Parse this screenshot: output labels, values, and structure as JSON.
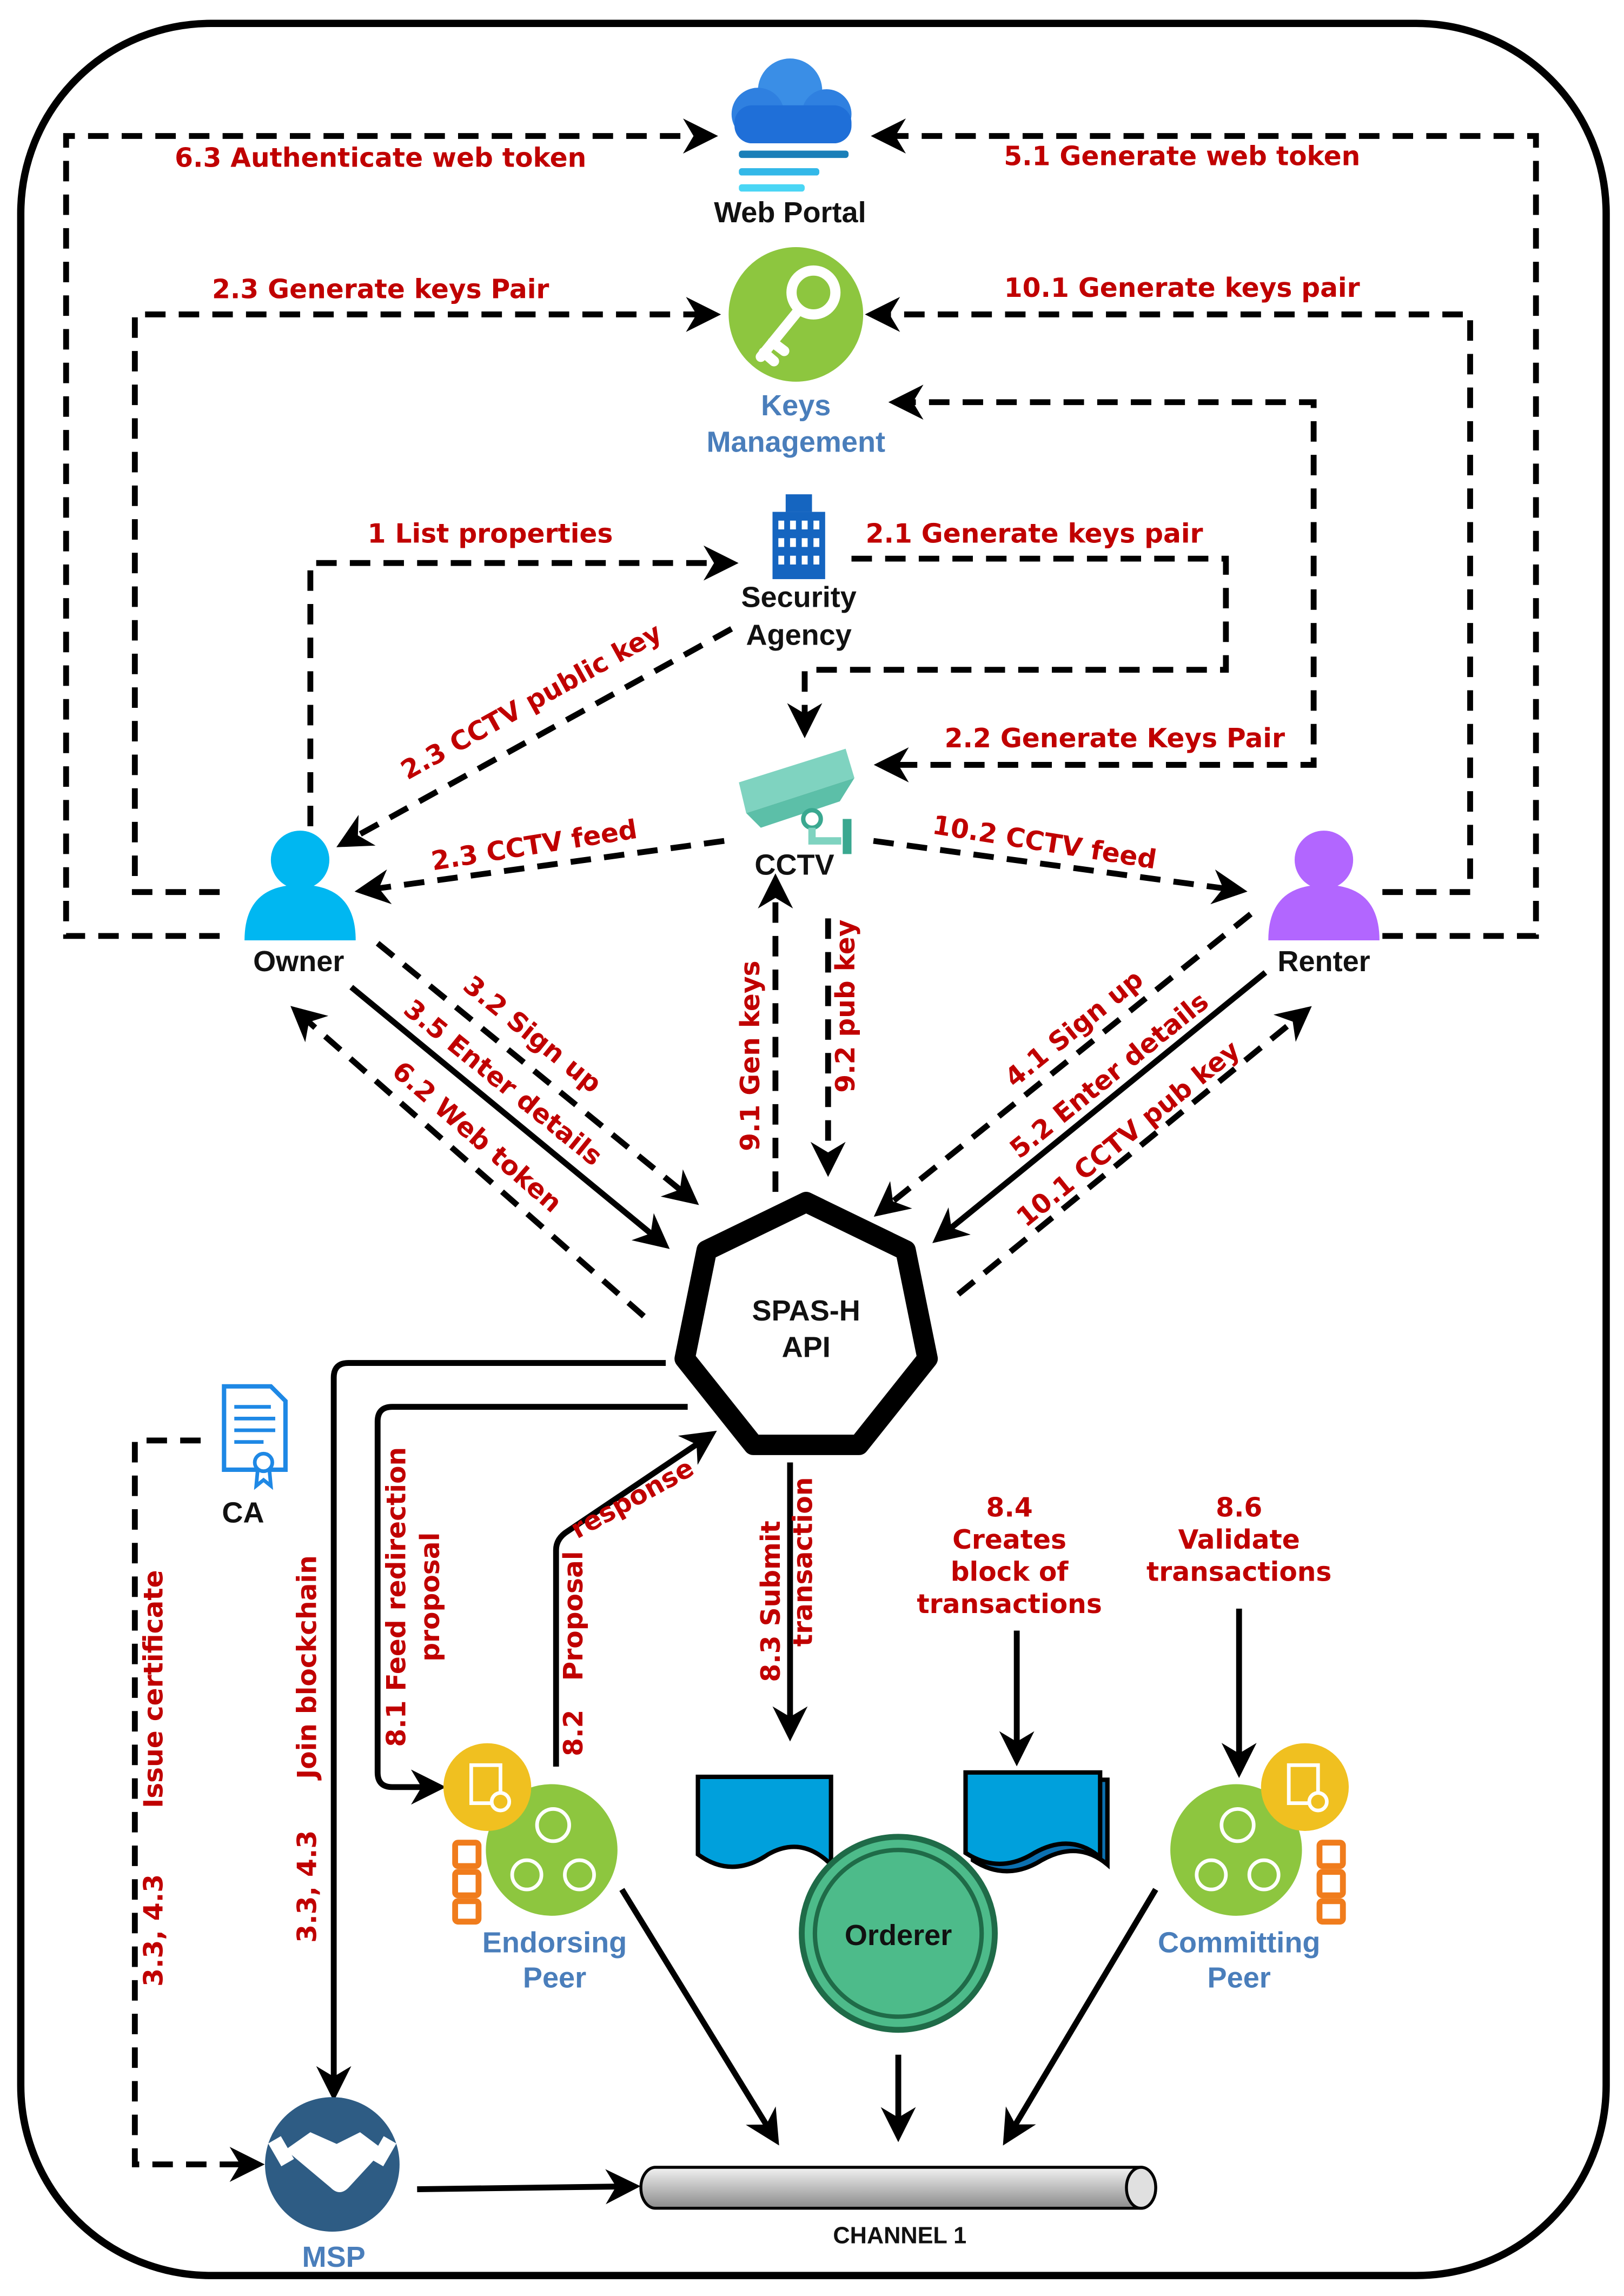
{
  "colors": {
    "label_red": "#c00000",
    "node_blue": "#4a7ebb",
    "keys_green": "#8dc63f",
    "orderer_green": "#4dbb8a",
    "msp_navy": "#2e5c84",
    "owner_cyan": "#00b7f1",
    "renter_purple": "#b266ff",
    "cctv_teal": "#7fd3c0",
    "doc_blue": "#00a0dc",
    "cert_yellow": "#f0c020",
    "chain_orange": "#f07c1c"
  },
  "nodes": {
    "web_portal": "Web Portal",
    "keys_management": [
      "Keys",
      "Management"
    ],
    "security_agency": [
      "Security",
      "Agency"
    ],
    "cctv": "CCTV",
    "owner": "Owner",
    "renter": "Renter",
    "api": [
      "SPAS-H",
      "API"
    ],
    "ca": "CA",
    "endorsing_peer": [
      "Endorsing",
      "Peer"
    ],
    "committing_peer": [
      "Committing",
      "Peer"
    ],
    "orderer": "Orderer",
    "msp": "MSP",
    "channel": "CHANNEL 1"
  },
  "icons": [
    "cloud-icon",
    "key-icon",
    "building-icon",
    "cctv-camera-icon",
    "user-icon",
    "certificate-icon",
    "peer-group-icon",
    "chain-icon",
    "document-icon",
    "handshake-icon",
    "cylinder-icon"
  ],
  "edges": {
    "e63": "6.3 Authenticate web token",
    "e51": "5.1 Generate web token",
    "e23a": "2.3 Generate keys Pair",
    "e101a": "10.1 Generate keys pair",
    "e1": "1  List properties",
    "e21": "2.1 Generate keys pair",
    "e23b": "2.3 CCTV public key",
    "e22": "2.2 Generate Keys Pair",
    "e23c": "2.3 CCTV feed",
    "e102": "10.2 CCTV feed",
    "e32": "3.2 Sign up",
    "e35": "3.5 Enter details",
    "e62": "6.2 Web token",
    "e91": "9.1 Gen keys",
    "e92": "9.2 pub key",
    "e41": "4.1 Sign up",
    "e52": "5.2 Enter details",
    "e101b": "10.1 CCTV pub key",
    "join": "Join blockchain",
    "join_step": "3.3, 4.3",
    "issue": "Issue certificate",
    "issue_step": "3.3, 4.3",
    "e81": [
      "8.1 Feed redirection",
      "proposal"
    ],
    "e82": [
      "8.2",
      "Proposal",
      "response"
    ],
    "e83": [
      "8.3  Submit",
      "transaction"
    ],
    "e84": [
      "8.4",
      "Creates",
      "block of",
      "transactions"
    ],
    "e86": [
      "8.6",
      "Validate",
      "transactions"
    ]
  }
}
